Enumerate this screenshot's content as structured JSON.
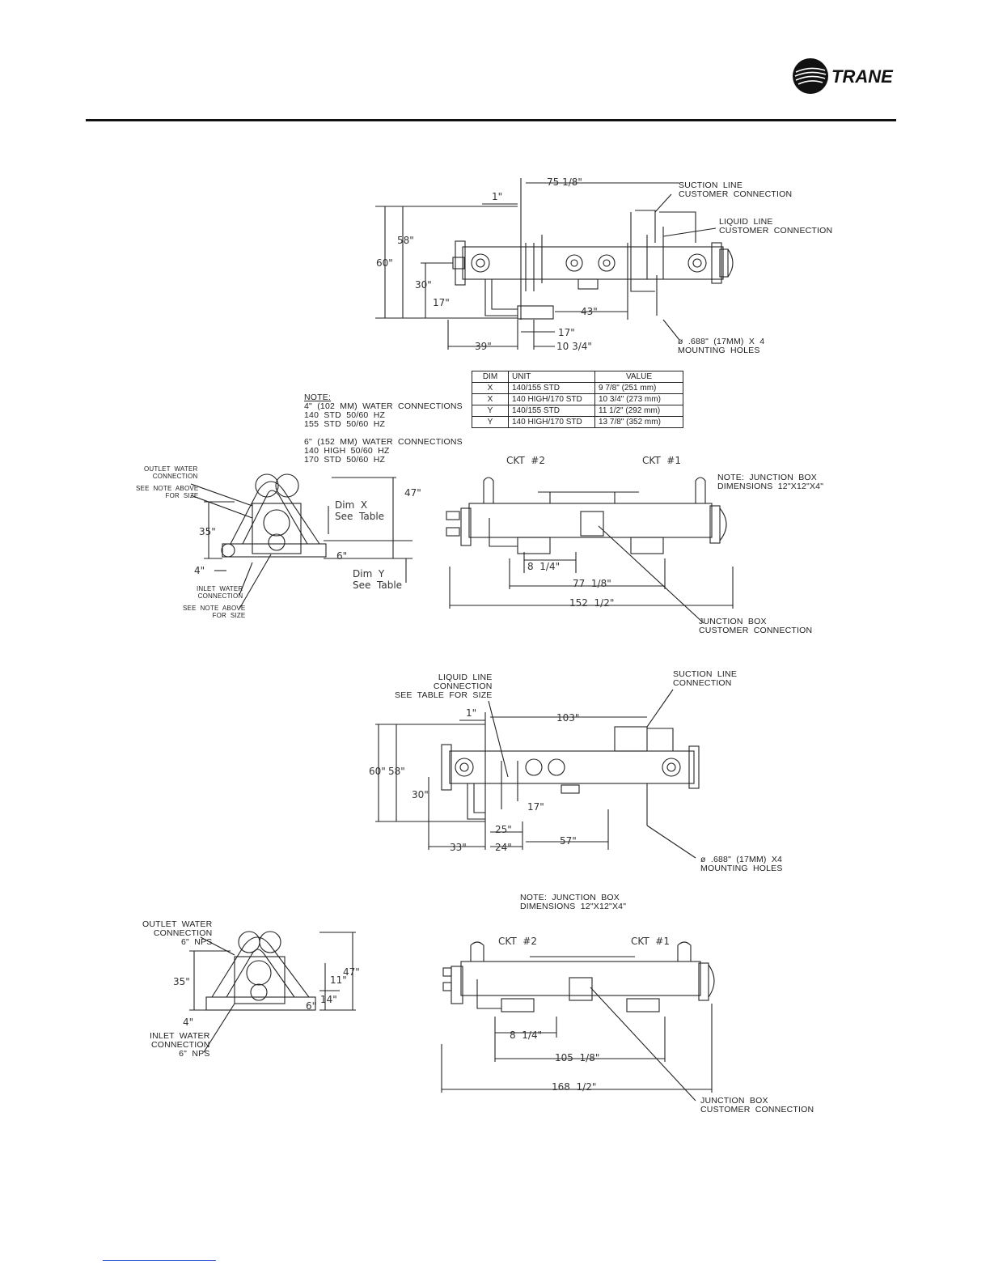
{
  "brand": {
    "name": "TRANE"
  },
  "fig1": {
    "dims": {
      "d75": "75 1/8\"",
      "d1": "1\"",
      "d58": "58\"",
      "d60": "60\"",
      "d30": "30\"",
      "d17v": "17\"",
      "d43": "43\"",
      "d17h": "17\"",
      "d39": "39\"",
      "d10": "10 3/4\""
    },
    "callouts": {
      "suction": "SUCTION  LINE\nCUSTOMER  CONNECTION",
      "liquid": "LIQUID  LINE\nCUSTOMER  CONNECTION",
      "mounting": "ø  .688\"  (17MM)  X  4\nMOUNTING  HOLES"
    }
  },
  "note1": {
    "title": "NOTE:",
    "lines": "4\"  (102  MM)  WATER  CONNECTIONS\n140  STD  50/60  HZ\n155  STD  50/60  HZ\n\n6\"  (152  MM)  WATER  CONNECTIONS\n140  HIGH  50/60  HZ\n170  STD  50/60  HZ"
  },
  "dim_table": {
    "headers": [
      "DIM",
      "UNIT",
      "VALUE"
    ],
    "rows": [
      [
        "X",
        "140/155  STD",
        "9  7/8\"  (251  mm)"
      ],
      [
        "X",
        "140  HIGH/170  STD",
        "10  3/4\"  (273  mm)"
      ],
      [
        "Y",
        "140/155  STD",
        "11  1/2\"  (292  mm)"
      ],
      [
        "Y",
        "140  HIGH/170  STD",
        "13  7/8\"  (352  mm)"
      ]
    ]
  },
  "fig2_end": {
    "outlet": "OUTLET  WATER\nCONNECTION",
    "see_note_top": "SEE  NOTE  ABOVE\nFOR  SIZE",
    "inlet": "INLET  WATER\nCONNECTION",
    "see_note_bottom": "SEE  NOTE  ABOVE\nFOR  SIZE",
    "d47": "47\"",
    "d35": "35\"",
    "d4": "4\"",
    "d6": "6\"",
    "dimx": "Dim  X\nSee  Table",
    "dimy": "Dim  Y\nSee  Table"
  },
  "fig2_side": {
    "ckt2": "CKT  #2",
    "ckt1": "CKT  #1",
    "note": "NOTE:  JUNCTION  BOX\nDIMENSIONS  12\"X12\"X4\"",
    "d8": "8  1/4\"",
    "d77": "77  1/8\"",
    "d152": "152  1/2\"",
    "jbox": "JUNCTION  BOX\nCUSTOMER  CONNECTION"
  },
  "fig3": {
    "liquid": "LIQUID  LINE\nCONNECTION\nSEE  TABLE  FOR  SIZE",
    "suction": "SUCTION  LINE\nCONNECTION",
    "d1": "1\"",
    "d103": "103\"",
    "d60": "60\"",
    "d58": "58\"",
    "d30": "30\"",
    "d17": "17\"",
    "d25": "25\"",
    "d33": "33\"",
    "d24": "24\"",
    "d57": "57\"",
    "mounting": "ø  .688\"  (17MM)  X4\nMOUNTING  HOLES"
  },
  "fig4_end": {
    "outlet": "OUTLET  WATER\nCONNECTION\n6\"  NPS",
    "inlet": "INLET  WATER\nCONNECTION\n6\"  NPS",
    "d47": "47\"",
    "d35": "35\"",
    "d11": "11\"",
    "d14": "14\"",
    "d6": "6\"",
    "d4": "4\""
  },
  "fig4_side": {
    "note": "NOTE:  JUNCTION  BOX\nDIMENSIONS  12\"X12\"X4\"",
    "ckt2": "CKT  #2",
    "ckt1": "CKT  #1",
    "d8": "8  1/4\"",
    "d105": "105  1/8\"",
    "d168": "168  1/2\"",
    "jbox": "JUNCTION  BOX\nCUSTOMER  CONNECTION"
  }
}
